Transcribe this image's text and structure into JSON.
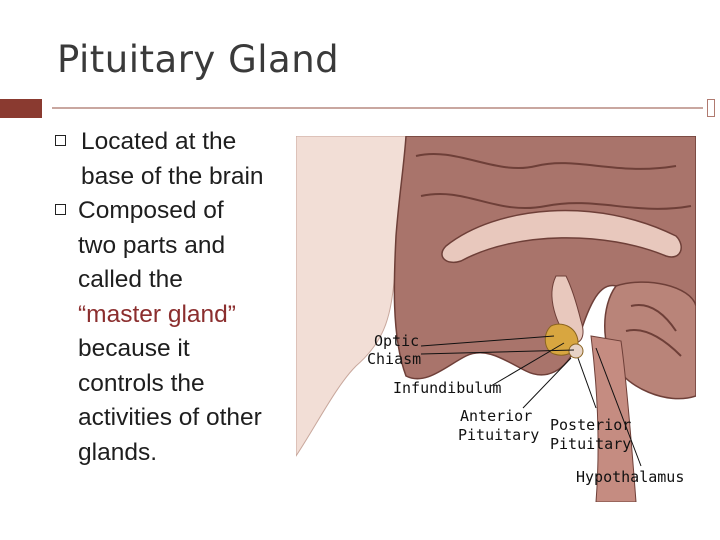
{
  "slide": {
    "title": "Pituitary Gland",
    "bullets": [
      {
        "lines": [
          "Located at the",
          "base of the brain"
        ]
      },
      {
        "lines": [
          "Composed of",
          "two parts and",
          "called the",
          "“master gland”",
          "because it",
          "controls the",
          "activities of other",
          "glands."
        ]
      }
    ]
  },
  "figure": {
    "labels": {
      "optic_chiasm_1": "Optic",
      "optic_chiasm_2": "Chiasm",
      "infundibulum": "Infundibulum",
      "anterior_1": "Anterior",
      "anterior_2": "Pituitary",
      "posterior_1": "Posterior",
      "posterior_2": "Pituitary",
      "hypothalamus": "Hypothalamus"
    }
  },
  "colors": {
    "accent": "#8a3a30",
    "divider": "#c9a7a0",
    "brain_tissue": "#a9746b",
    "gland": "#d8a640"
  }
}
